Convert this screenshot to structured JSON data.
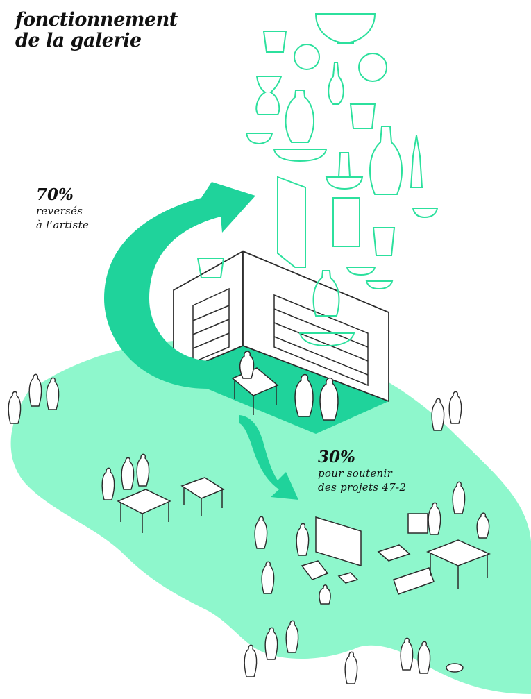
{
  "title": {
    "line1": "fonctionnement",
    "line2": "de la galerie"
  },
  "artist_share": {
    "percent": "70%",
    "line1": "reversés",
    "line2": "à l’artiste"
  },
  "projects_share": {
    "percent": "30%",
    "line1": "pour soutenir",
    "line2": "des projets 47-2"
  },
  "colors": {
    "ground": "#8ef7cc",
    "accent": "#1fd39b",
    "ink": "#2b2b2b",
    "object_stroke": "#2ce09d",
    "background": "#ffffff"
  }
}
